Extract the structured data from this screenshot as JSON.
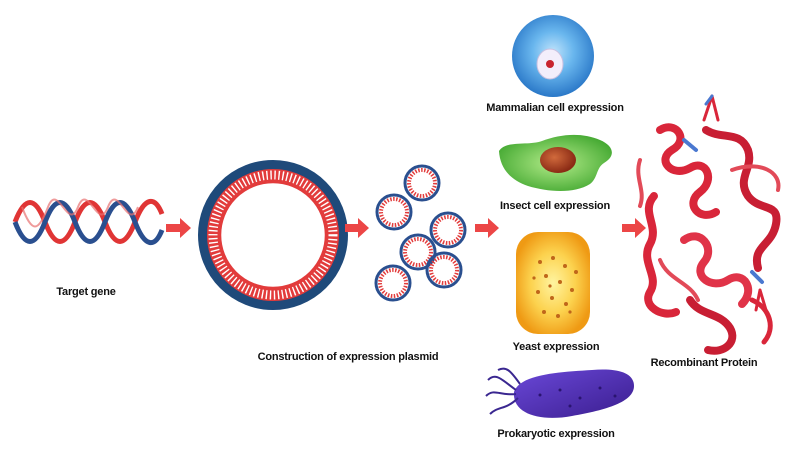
{
  "diagram": {
    "steps": {
      "target_gene": "Target gene",
      "plasmid": "Construction of expression plasmid",
      "recombinant": "Recombinant Protein"
    },
    "expression_systems": [
      {
        "id": "mammalian",
        "label": "Mammalian cell expression"
      },
      {
        "id": "insect",
        "label": "Insect cell expression"
      },
      {
        "id": "yeast",
        "label": "Yeast expression"
      },
      {
        "id": "prokaryotic",
        "label": "Prokaryotic expression"
      }
    ]
  },
  "colors": {
    "dna_red": "#e03535",
    "dna_blue": "#2a4f8f",
    "arrow": "#ec4646",
    "plasmid_outer": "#1f4a7a",
    "plasmid_red": "#e23b3b",
    "mammalian_outer": "#2f86d6",
    "insect_green": "#4fb83c",
    "yeast_orange": "#f2a61f",
    "bacterium_purple": "#4b2fa8",
    "protein_red": "#d9263a"
  },
  "icons": [
    "dna-helix-icon",
    "plasmid-icon",
    "mammalian-cell-icon",
    "insect-cell-icon",
    "yeast-cell-icon",
    "bacterium-icon",
    "protein-structure-icon"
  ]
}
